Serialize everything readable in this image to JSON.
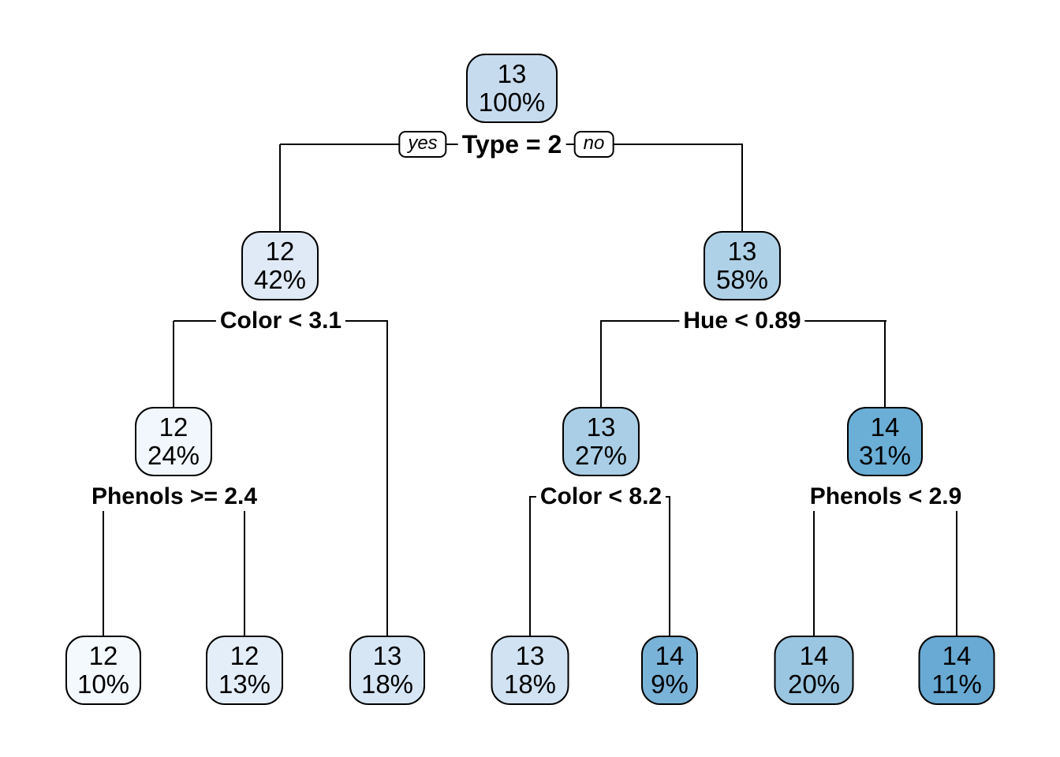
{
  "colors": {
    "background": "#ffffff",
    "branch_line": "#000000",
    "node_border": "#000000",
    "text": "#000000",
    "label_background": "#ffffff"
  },
  "branch_labels": {
    "yes": "yes",
    "no": "no"
  },
  "splits": [
    {
      "label": "Type = 2"
    },
    {
      "label": "Color < 3.1"
    },
    {
      "label": "Hue < 0.89"
    },
    {
      "label": "Phenols >= 2.4"
    },
    {
      "label": "Color < 8.2"
    },
    {
      "label": "Phenols < 2.9"
    }
  ],
  "nodes": [
    {
      "name": "root",
      "value": "13",
      "percent": "100%",
      "fill": "#c7dbee"
    },
    {
      "name": "depth1-left",
      "value": "12",
      "percent": "42%",
      "fill": "#dfeaf6"
    },
    {
      "name": "depth1-right",
      "value": "13",
      "percent": "58%",
      "fill": "#afd1e7"
    },
    {
      "name": "depth2-left",
      "value": "12",
      "percent": "24%",
      "fill": "#f1f7fc"
    },
    {
      "name": "depth2-mid",
      "value": "13",
      "percent": "27%",
      "fill": "#aacee5"
    },
    {
      "name": "depth2-right",
      "value": "14",
      "percent": "31%",
      "fill": "#6baed6"
    },
    {
      "name": "leaf-1",
      "value": "12",
      "percent": "10%",
      "fill": "#f4f9fe"
    },
    {
      "name": "leaf-2",
      "value": "12",
      "percent": "13%",
      "fill": "#e4eef9"
    },
    {
      "name": "leaf-3",
      "value": "13",
      "percent": "18%",
      "fill": "#d7e6f5"
    },
    {
      "name": "leaf-4",
      "value": "13",
      "percent": "18%",
      "fill": "#d1e2f2"
    },
    {
      "name": "leaf-5",
      "value": "14",
      "percent": "9%",
      "fill": "#7ab3d8"
    },
    {
      "name": "leaf-6",
      "value": "14",
      "percent": "20%",
      "fill": "#9bc6e1"
    },
    {
      "name": "leaf-7",
      "value": "14",
      "percent": "11%",
      "fill": "#68aad3"
    }
  ]
}
